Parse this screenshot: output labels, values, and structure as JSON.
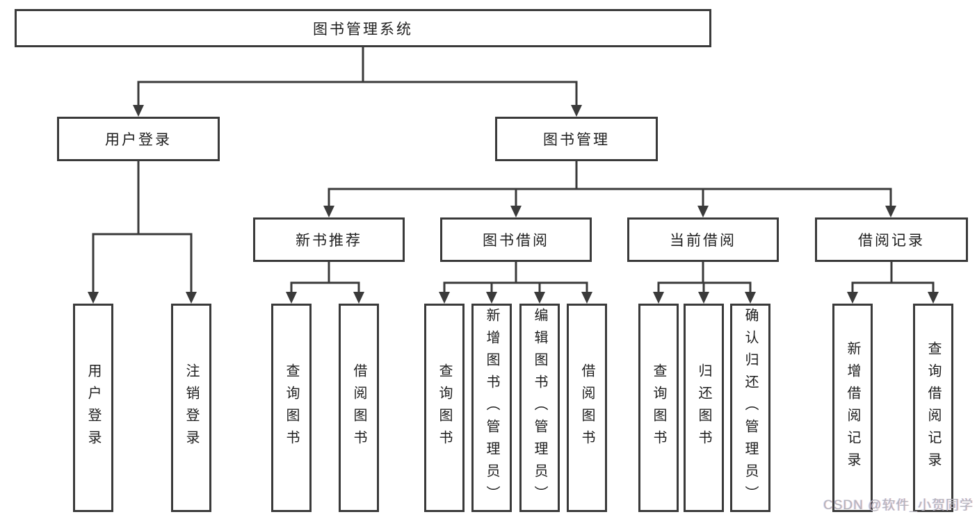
{
  "colors": {
    "line": "#3a3a3a",
    "text": "#1e1e1e",
    "box_fill": "#ffffff",
    "watermark": "#b4b4bc"
  },
  "tree": {
    "root": {
      "label": "图书管理系统"
    },
    "branches": [
      {
        "label": "用户登录",
        "leaves": [
          {
            "label": "用户登录"
          },
          {
            "label": "注销登录"
          }
        ]
      },
      {
        "label": "图书管理",
        "groups": [
          {
            "label": "新书推荐",
            "leaves": [
              {
                "label": "查询图书"
              },
              {
                "label": "借阅图书"
              }
            ]
          },
          {
            "label": "图书借阅",
            "leaves": [
              {
                "label": "查询图书"
              },
              {
                "label": "新增图书（管理员）"
              },
              {
                "label": "编辑图书（管理员）"
              },
              {
                "label": "借阅图书"
              }
            ]
          },
          {
            "label": "当前借阅",
            "leaves": [
              {
                "label": "查询图书"
              },
              {
                "label": "归还图书"
              },
              {
                "label": "确认归还（管理员）"
              }
            ]
          },
          {
            "label": "借阅记录",
            "leaves": [
              {
                "label": "新增借阅记录"
              },
              {
                "label": "查询借阅记录"
              }
            ]
          }
        ]
      }
    ]
  },
  "watermark": {
    "text": "CSDN @软件_小贺同学"
  }
}
